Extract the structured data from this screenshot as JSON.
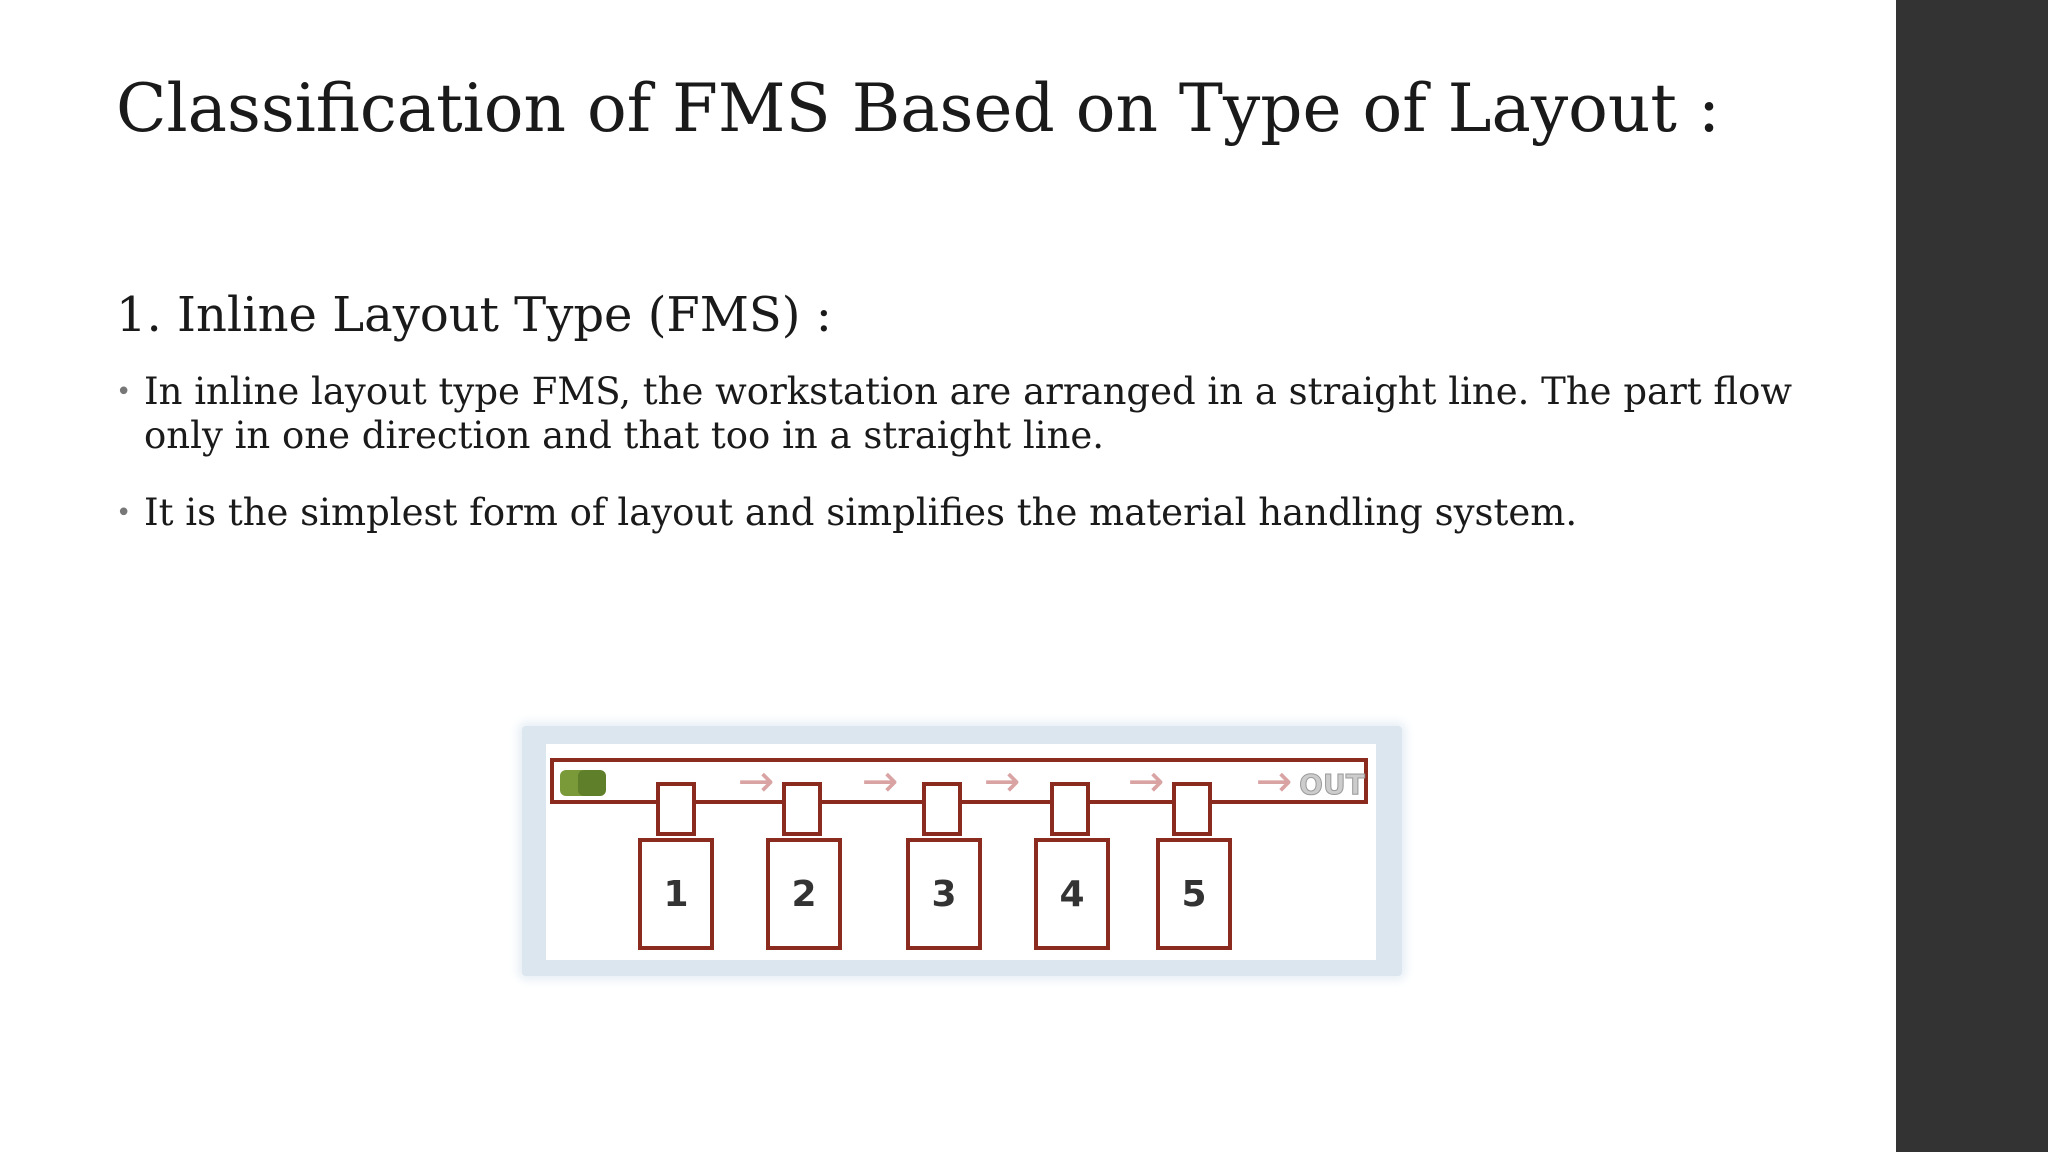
{
  "slide": {
    "title": "Classification of FMS Based on Type of Layout :",
    "subtitle": "1. Inline Layout Type (FMS) :",
    "bullets": [
      "In inline layout type FMS, the workstation are arranged in a straight line. The part flow only in one direction and that too in a straight line.",
      "It is the simplest form of layout and simplifies the material handling system."
    ]
  },
  "diagram": {
    "stations": [
      "1",
      "2",
      "3",
      "4",
      "5"
    ],
    "output_label": "OUT",
    "flow_arrow_glyph": "→",
    "colors": {
      "station_border": "#8b2a1e",
      "arrow": "#d9a3a3",
      "input_part": "#7a9a3a",
      "frame": "#dbe6ef",
      "dark_bar": "#333333"
    }
  },
  "icons": {
    "input-parts-icon": "green part cluster",
    "flow-arrow-icon": "right arrow",
    "bullet-icon": "small grey dot"
  }
}
